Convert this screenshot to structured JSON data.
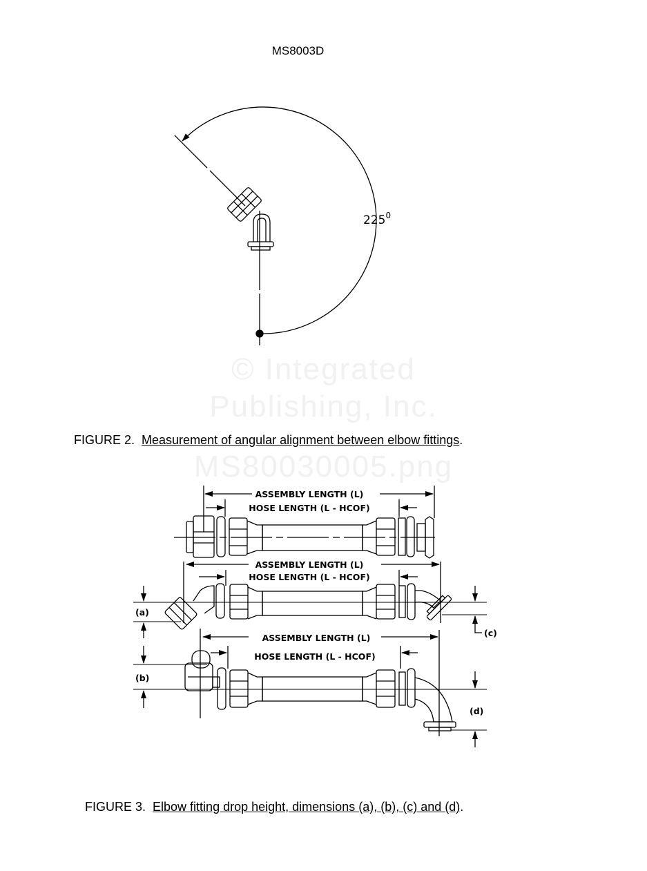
{
  "header": {
    "doc_id": "MS8003D"
  },
  "watermark": {
    "line1": "© Integrated",
    "line2": "Publishing, Inc.",
    "line3": "MS80030005.png"
  },
  "figure2": {
    "angle_value": "225",
    "angle_unit": "0",
    "caption_prefix": "FIGURE 2.",
    "caption_text": "Measurement of angular alignment between elbow fittings"
  },
  "figure3": {
    "assembly_length": "ASSEMBLY LENGTH (L)",
    "hose_length": "HOSE LENGTH (L - HCOF)",
    "dim_a": "(a)",
    "dim_b": "(b)",
    "dim_c": "(c)",
    "dim_d": "(d)",
    "caption_prefix": "FIGURE 3.",
    "caption_text": "Elbow fitting drop height, dimensions (a), (b), (c) and (d)"
  }
}
